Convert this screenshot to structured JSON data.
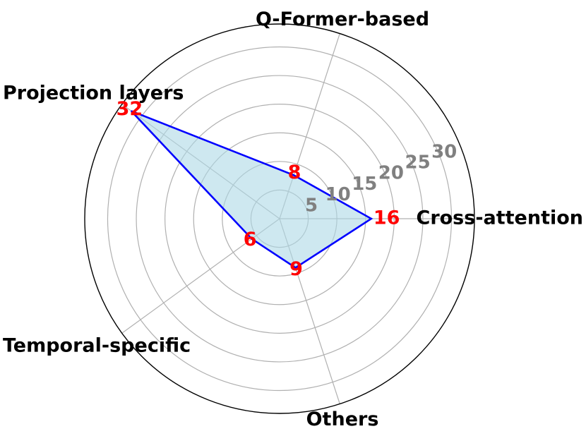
{
  "chart_data": {
    "type": "radar",
    "categories": [
      "Cross-attention",
      "Q-Former-based",
      "Projection layers",
      "Temporal-specific",
      "Others"
    ],
    "series": [
      {
        "values": [
          16,
          8,
          32,
          6,
          9
        ]
      }
    ],
    "r_ticks": [
      "5",
      "10",
      "15",
      "20",
      "25",
      "30"
    ],
    "r_tick_values": [
      5,
      10,
      15,
      20,
      25,
      30
    ],
    "rlim": [
      0,
      34
    ],
    "grid": true,
    "colors": {
      "line": "#0000ff",
      "fill": "#add8e6",
      "value_labels": "#ff0000",
      "tick_labels": "#808080",
      "grid": "#b0b0b0"
    }
  }
}
